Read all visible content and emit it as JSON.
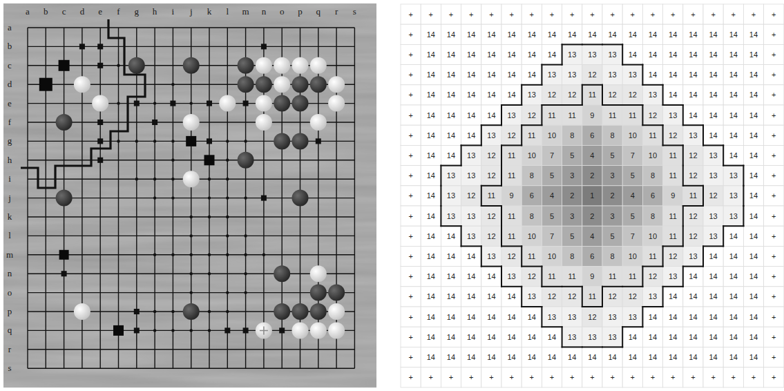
{
  "diagram": {
    "labels": [
      "a",
      "b",
      "c",
      "d",
      "e",
      "f",
      "g",
      "h",
      "i",
      "j",
      "k",
      "l",
      "m",
      "n",
      "o",
      "p",
      "q",
      "r",
      "s",
      "a",
      "b",
      "c",
      "d",
      "e",
      "f",
      "g",
      "h",
      "i",
      "j",
      "k",
      "l",
      "m",
      "n",
      "o",
      "p",
      "q",
      "r",
      "s",
      "+",
      "+",
      "+",
      "+",
      "+",
      "+",
      "+",
      "+",
      "+",
      "+",
      "+",
      "+",
      "+",
      "+",
      "+",
      "+",
      "+",
      "+",
      "+",
      "+",
      "14",
      "14",
      "14",
      "14",
      "14",
      "14",
      "14",
      "14",
      "14",
      "14",
      "14",
      "14",
      "14",
      "14",
      "14",
      "14",
      "14",
      "+",
      "+",
      "14",
      "14",
      "14",
      "14",
      "14",
      "14",
      "14",
      "13",
      "13",
      "13",
      "14",
      "14",
      "14",
      "14",
      "14",
      "14",
      "14",
      "+",
      "+",
      "14",
      "14",
      "14",
      "14",
      "14",
      "14",
      "13",
      "13",
      "12",
      "13",
      "13",
      "14",
      "14",
      "14",
      "14",
      "14",
      "14",
      "+",
      "+",
      "14",
      "14",
      "14",
      "14",
      "14",
      "13",
      "12",
      "12",
      "11",
      "12",
      "12",
      "13",
      "14",
      "14",
      "14",
      "14",
      "14",
      "+",
      "+",
      "14",
      "14",
      "14",
      "14",
      "13",
      "12",
      "11",
      "11",
      "9",
      "11",
      "11",
      "12",
      "13",
      "14",
      "14",
      "14",
      "14",
      "+",
      "+",
      "14",
      "14",
      "14",
      "13",
      "12",
      "11",
      "10",
      "8",
      "6",
      "8",
      "10",
      "11",
      "12",
      "13",
      "14",
      "14",
      "14",
      "+",
      "+",
      "14",
      "14",
      "13",
      "12",
      "11",
      "10",
      "7",
      "5",
      "4",
      "5",
      "7",
      "10",
      "11",
      "12",
      "13",
      "14",
      "14",
      "+",
      "+",
      "14",
      "13",
      "13",
      "12",
      "11",
      "8",
      "5",
      "3",
      "2",
      "3",
      "5",
      "8",
      "11",
      "12",
      "13",
      "13",
      "14",
      "+",
      "+",
      "14",
      "13",
      "12",
      "11",
      "9",
      "6",
      "4",
      "2",
      "1",
      "2",
      "4",
      "6",
      "9",
      "11",
      "12",
      "13",
      "14",
      "+",
      "+",
      "14",
      "13",
      "13",
      "12",
      "11",
      "8",
      "5",
      "3",
      "2",
      "3",
      "5",
      "8",
      "11",
      "12",
      "13",
      "13",
      "14",
      "+",
      "+",
      "14",
      "14",
      "13",
      "12",
      "11",
      "10",
      "7",
      "5",
      "4",
      "5",
      "7",
      "10",
      "11",
      "12",
      "13",
      "14",
      "14",
      "+",
      "+",
      "14",
      "14",
      "14",
      "13",
      "12",
      "11",
      "10",
      "8",
      "6",
      "8",
      "10",
      "11",
      "12",
      "13",
      "14",
      "14",
      "14",
      "+",
      "+",
      "14",
      "14",
      "14",
      "14",
      "13",
      "12",
      "11",
      "11",
      "9",
      "11",
      "11",
      "12",
      "13",
      "14",
      "14",
      "14",
      "14",
      "+",
      "+",
      "14",
      "14",
      "14",
      "14",
      "14",
      "13",
      "12",
      "12",
      "11",
      "12",
      "12",
      "13",
      "14",
      "14",
      "14",
      "14",
      "14",
      "+",
      "+",
      "14",
      "14",
      "14",
      "14",
      "14",
      "14",
      "13",
      "13",
      "12",
      "13",
      "13",
      "14",
      "14",
      "14",
      "14",
      "14",
      "14",
      "+",
      "+",
      "14",
      "14",
      "14",
      "14",
      "14",
      "14",
      "14",
      "13",
      "13",
      "13",
      "14",
      "14",
      "14",
      "14",
      "14",
      "14",
      "14",
      "+",
      "+",
      "14",
      "14",
      "14",
      "14",
      "14",
      "14",
      "14",
      "14",
      "14",
      "14",
      "14",
      "14",
      "14",
      "14",
      "14",
      "14",
      "14",
      "+",
      "+",
      "+",
      "+",
      "+",
      "+",
      "+",
      "+",
      "+",
      "+",
      "+",
      "+",
      "+",
      "+",
      "+",
      "+",
      "+",
      "+",
      "+",
      "+"
    ]
  }
}
